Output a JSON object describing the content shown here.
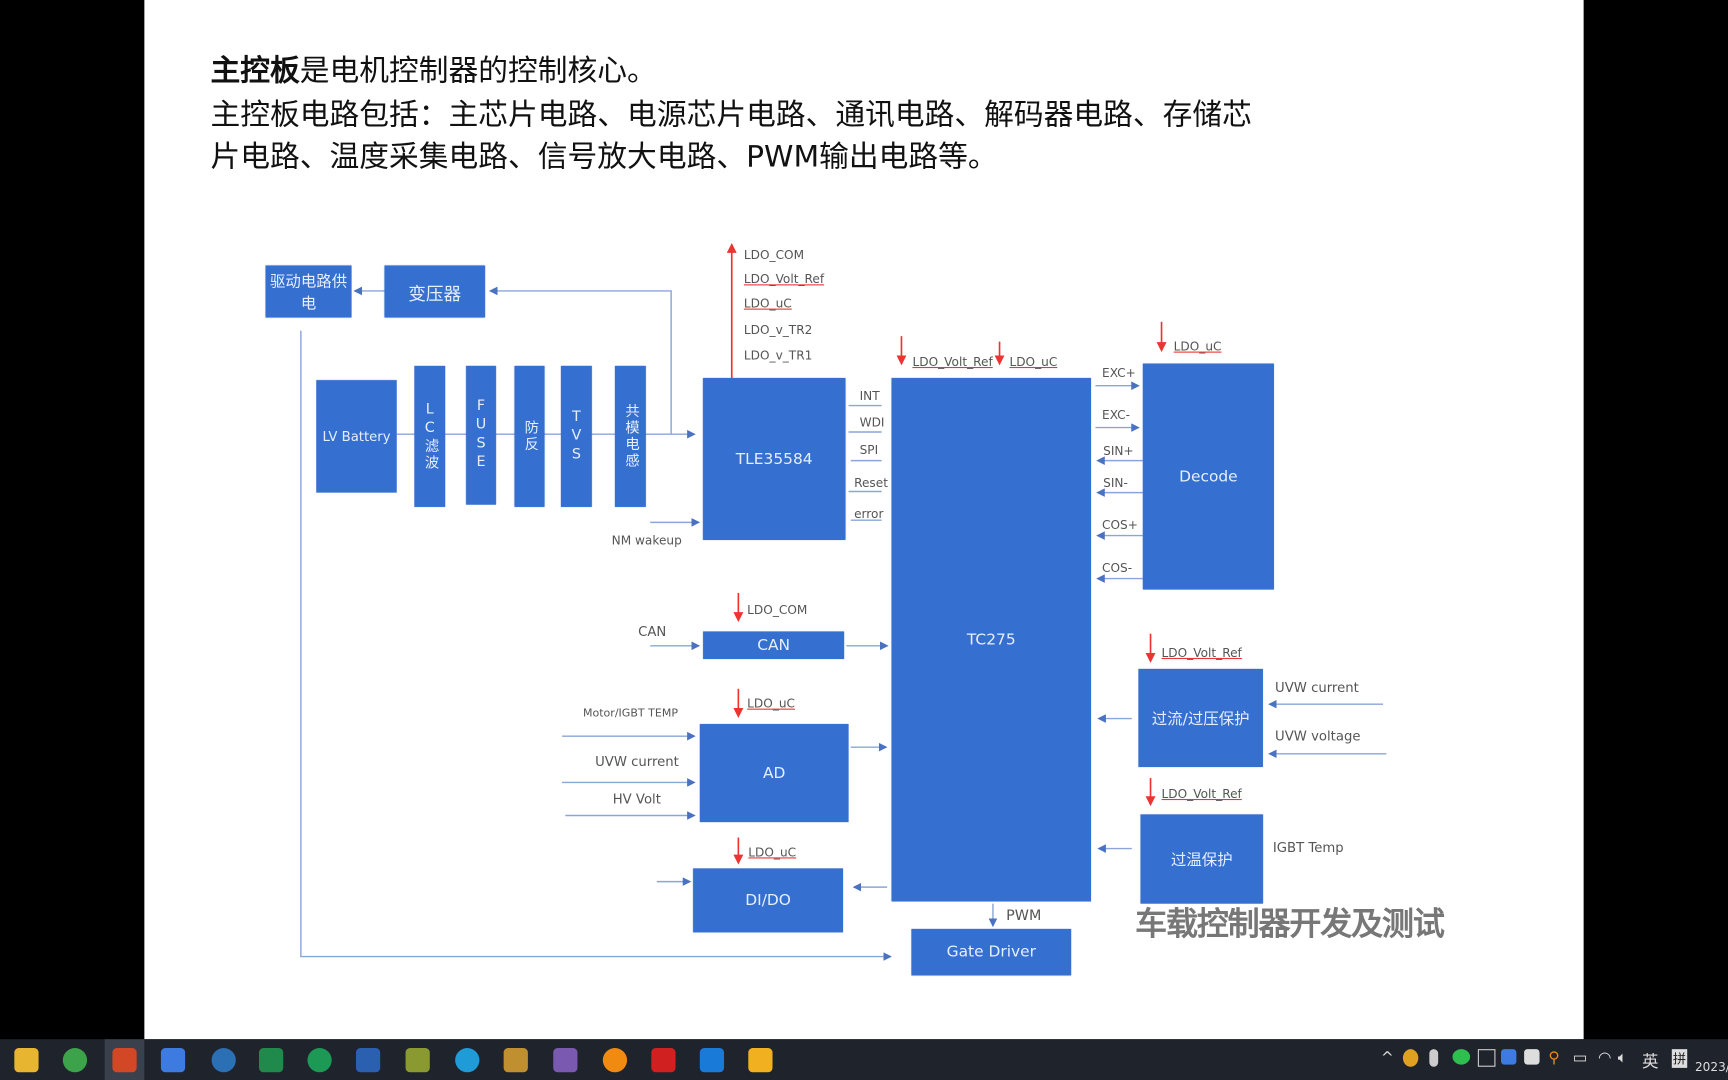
{
  "slide": {
    "line1_bold": "主控板",
    "line1_rest": "是电机控制器的控制核心。",
    "line2": "主控板电路包括：主芯片电路、电源芯片电路、通讯电路、解码器电路、存储芯",
    "line3": "片电路、温度采集电路、信号放大电路、PWM输出电路等。"
  },
  "diagram": {
    "blocks": {
      "drive_power": "驱动电路供电",
      "transformer": "变压器",
      "lv_battery": "LV Battery",
      "lc": "LC滤波",
      "fuse": "FUSE",
      "reverse": "防反",
      "tvs": "TVS",
      "cm": "共模电感",
      "tle": "TLE35584",
      "tc275": "TC275",
      "decode": "Decode",
      "can": "CAN",
      "ad": "AD",
      "dido": "DI/DO",
      "ocp": "过流/过压保护",
      "otp": "过温保护",
      "gate": "Gate Driver"
    },
    "tle_outputs": [
      "LDO_COM",
      "LDO_Volt_Ref",
      "LDO_uC",
      "LDO_v_TR2",
      "LDO_v_TR1"
    ],
    "tle_pins": [
      "INT",
      "WDI",
      "SPI",
      "Reset",
      "error"
    ],
    "nm_wakeup": "NM wakeup",
    "tc_ref": "LDO_Volt_Ref",
    "tc_uc": "LDO_uC",
    "decode_uc": "LDO_uC",
    "decode_pins": [
      "EXC+",
      "EXC-",
      "SIN+",
      "SIN-",
      "COS+",
      "COS-"
    ],
    "can_ldo": "LDO_COM",
    "can_in": "CAN",
    "ad_ldo": "LDO_uC",
    "ad_inputs": [
      "Motor/IGBT TEMP",
      "UVW current",
      "HV Volt"
    ],
    "dido_ldo": "LDO_uC",
    "ocp_ldo": "LDO_Volt_Ref",
    "ocp_inputs": [
      "UVW current",
      "UVW voltage"
    ],
    "otp_ldo": "LDO_Volt_Ref",
    "otp_input": "IGBT Temp",
    "pwm": "PWM"
  },
  "watermark": "车载控制器开发及测试",
  "taskbar": {
    "icons": [
      "file-explorer",
      "browser-360",
      "powerpoint",
      "notes",
      "media",
      "excel",
      "wps-sheet",
      "word",
      "project",
      "edge",
      "tool",
      "app",
      "app2",
      "search",
      "pdf",
      "cloud",
      "mail"
    ],
    "ime": "英",
    "ime2": "拼",
    "date": "2023/"
  },
  "colors": {
    "block": "#3570d0",
    "ldo_arrow": "#e33333",
    "line": "#8aa6d8"
  }
}
